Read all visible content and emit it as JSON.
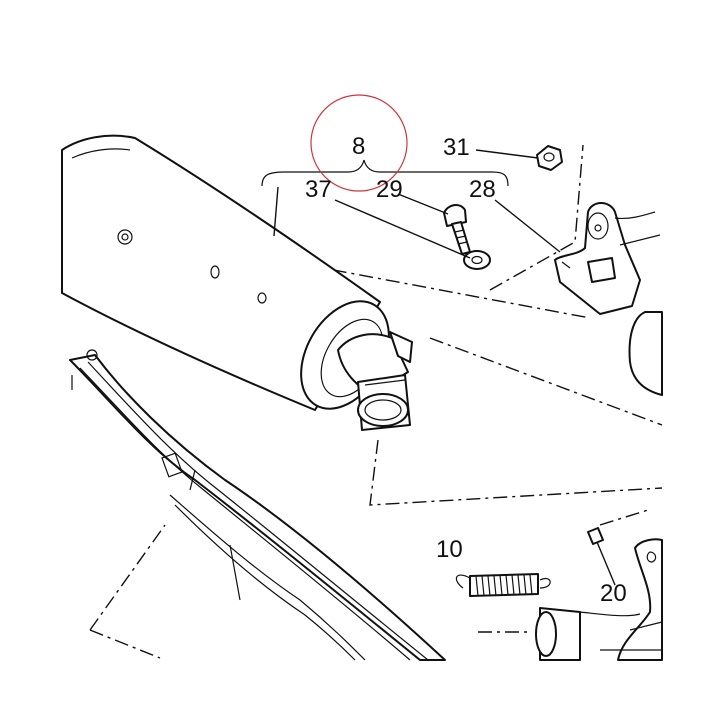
{
  "colors": {
    "background": "#ffffff",
    "ink": "#111111",
    "highlight_circle": "#d0343f"
  },
  "callouts": {
    "assembly": "8",
    "c31": "31",
    "c37": "37",
    "c29": "29",
    "c28": "28",
    "c10": "10",
    "c20": "20"
  }
}
